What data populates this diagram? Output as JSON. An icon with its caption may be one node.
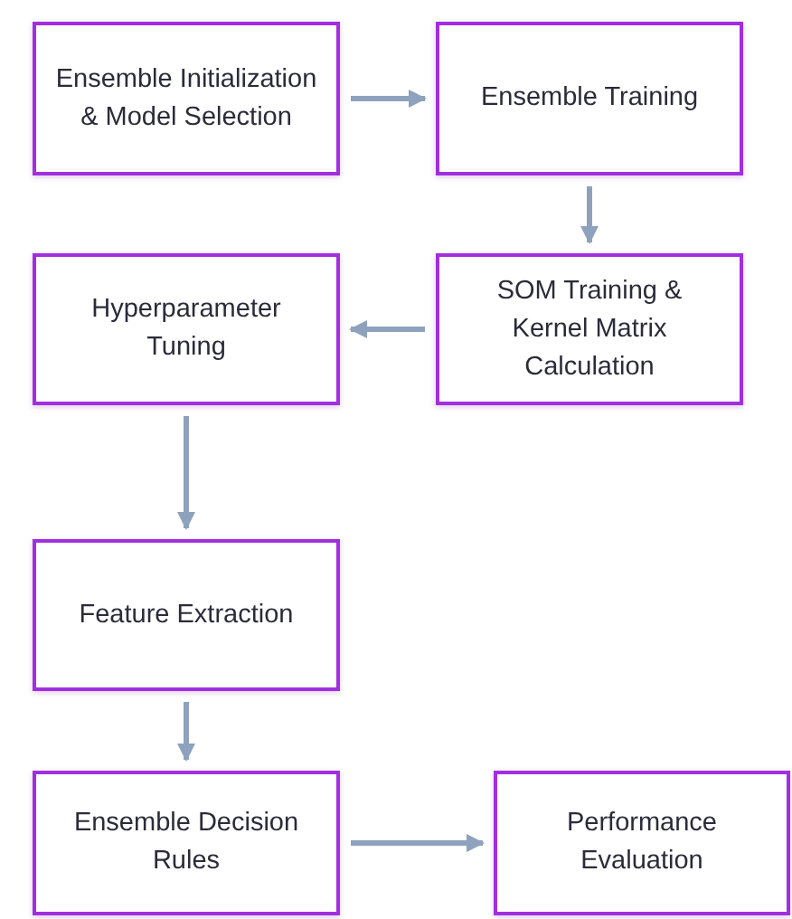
{
  "diagram": {
    "nodes": [
      {
        "text": [
          "Ensemble Initialization & Model Selection"
        ]
      },
      {
        "text": [
          "Ensemble Training"
        ]
      },
      {
        "text": [
          "SOM Training & Kernel Matrix Calculation"
        ]
      },
      {
        "text": [
          "Hyperparameter Tuning"
        ]
      },
      {
        "text": [
          "Feature Extraction"
        ]
      },
      {
        "text": [
          "Ensemble Decision Rules"
        ]
      },
      {
        "text": [
          "Performance Evaluation"
        ]
      }
    ],
    "edges": [
      {
        "from": 0,
        "to": 1,
        "arrow": "to"
      },
      {
        "from": 1,
        "to": 2,
        "arrow": "to"
      },
      {
        "from": 2,
        "to": 3,
        "arrow": "to"
      },
      {
        "from": 3,
        "to": 4,
        "arrow": "to"
      },
      {
        "from": 4,
        "to": 5,
        "arrow": "to"
      },
      {
        "from": 5,
        "to": 6,
        "arrow": "to"
      }
    ]
  }
}
